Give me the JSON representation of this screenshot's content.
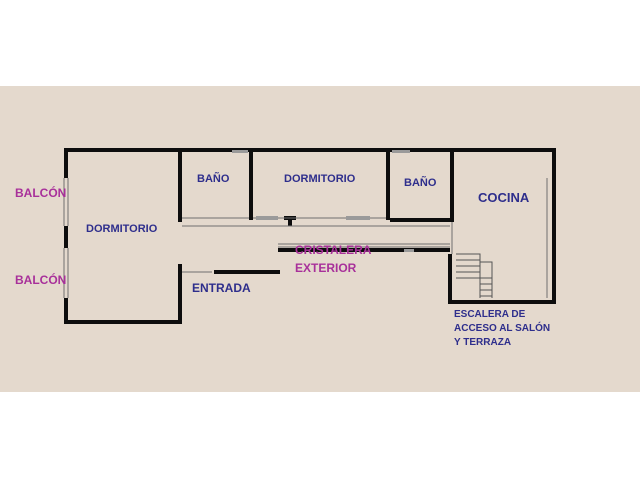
{
  "colors": {
    "background": "#ffffff",
    "plan_background": "#e4d9cd",
    "wall": "#0d0d0d",
    "room_label": "#2e2e8c",
    "exterior_label": "#a8309a"
  },
  "rooms": {
    "dormitorio_main": "DORMITORIO",
    "bano_left": "BAÑO",
    "dormitorio_center": "DORMITORIO",
    "bano_right": "BAÑO",
    "cocina": "COCINA"
  },
  "exterior": {
    "balcon_top": "BALCÓN",
    "balcon_bottom": "BALCÓN",
    "entrada": "ENTRADA",
    "cristalera_line1": "CRISTALERA",
    "cristalera_line2": "EXTERIOR"
  },
  "stair_note": {
    "line1": "ESCALERA DE",
    "line2": "ACCESO AL SALÓN",
    "line3": "Y TERRAZA"
  }
}
